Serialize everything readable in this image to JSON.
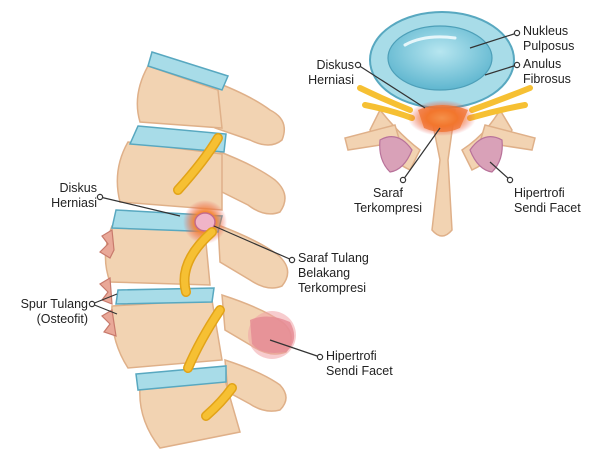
{
  "labels": {
    "diskus_herniasi_side": [
      "Diskus",
      "Herniasi"
    ],
    "saraf_tulang": [
      "Saraf Tulang",
      "Belakang",
      "Terkompresi"
    ],
    "spur_tulang": [
      "Spur Tulang",
      "(Osteofit)"
    ],
    "hipertrofi_side": [
      "Hipertrofi",
      "Sendi Facet"
    ],
    "nukleus": [
      "Nukleus",
      "Pulposus"
    ],
    "anulus": [
      "Anulus",
      "Fibrosus"
    ],
    "diskus_herniasi_top": [
      "Diskus",
      "Herniasi"
    ],
    "saraf_top": [
      "Saraf",
      "Terkompresi"
    ],
    "hipertrofi_top": [
      "Hipertrofi",
      "Sendi Facet"
    ]
  },
  "colors": {
    "bone": "#f2d3b2",
    "bone_shade": "#dfb089",
    "disc": "#a8dce8",
    "disc_outline": "#58a8c0",
    "nerve": "#f6c033",
    "inflamed": "#f0702e",
    "hypertrophy": "#e0a8b0",
    "line": "#333333"
  }
}
